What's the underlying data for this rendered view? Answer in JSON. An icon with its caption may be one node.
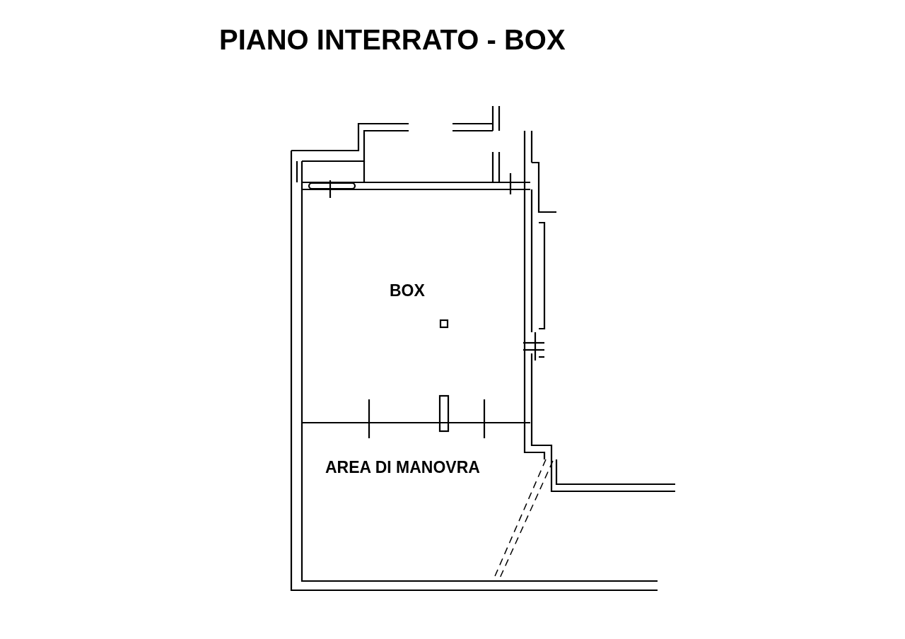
{
  "diagram": {
    "title": "PIANO INTERRATO - BOX",
    "labels": [
      "BOX",
      "AREA DI MANOVRA"
    ]
  }
}
